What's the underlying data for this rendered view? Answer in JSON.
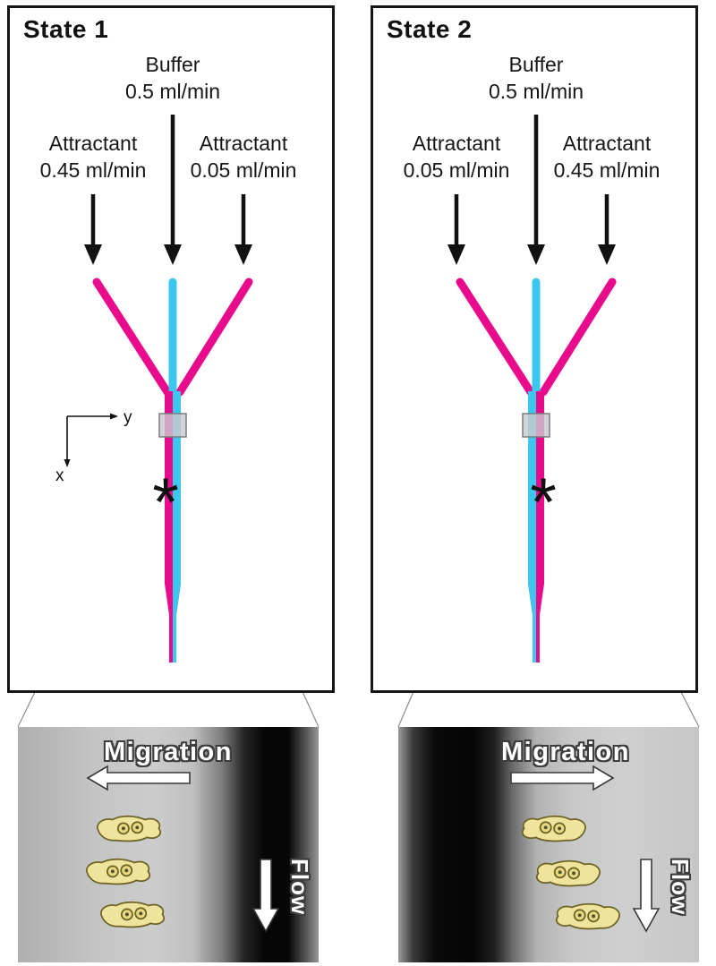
{
  "colors": {
    "attractant": "#e80c8c",
    "buffer": "#3cc7ee",
    "outline": "#161616",
    "connector": "#8c8c8c",
    "cell_fill": "#f0e39b",
    "cell_stroke": "#6b6326",
    "photo_light": "#c9c9c9",
    "photo_dark": "#0a0a0a"
  },
  "panels": [
    {
      "title": "State 1",
      "buffer": {
        "label": "Buffer",
        "rate": "0.5 ml/min"
      },
      "left_inlet": {
        "label": "Attractant",
        "rate": "0.45 ml/min"
      },
      "right_inlet": {
        "label": "Attractant",
        "rate": "0.05 ml/min"
      },
      "axes": {
        "x": "x",
        "y": "y"
      },
      "asterisk": "*",
      "attractant_dominant_side": "left"
    },
    {
      "title": "State 2",
      "buffer": {
        "label": "Buffer",
        "rate": "0.5 ml/min"
      },
      "left_inlet": {
        "label": "Attractant",
        "rate": "0.05 ml/min"
      },
      "right_inlet": {
        "label": "Attractant",
        "rate": "0.45 ml/min"
      },
      "asterisk": "*",
      "attractant_dominant_side": "right"
    }
  ],
  "micrographs": [
    {
      "migration_label": "Migration",
      "migration_direction": "left",
      "flow_label": "Flow",
      "flow_direction": "down",
      "cell_count": 3
    },
    {
      "migration_label": "Migration",
      "migration_direction": "right",
      "flow_label": "Flow",
      "flow_direction": "down",
      "cell_count": 3
    }
  ]
}
